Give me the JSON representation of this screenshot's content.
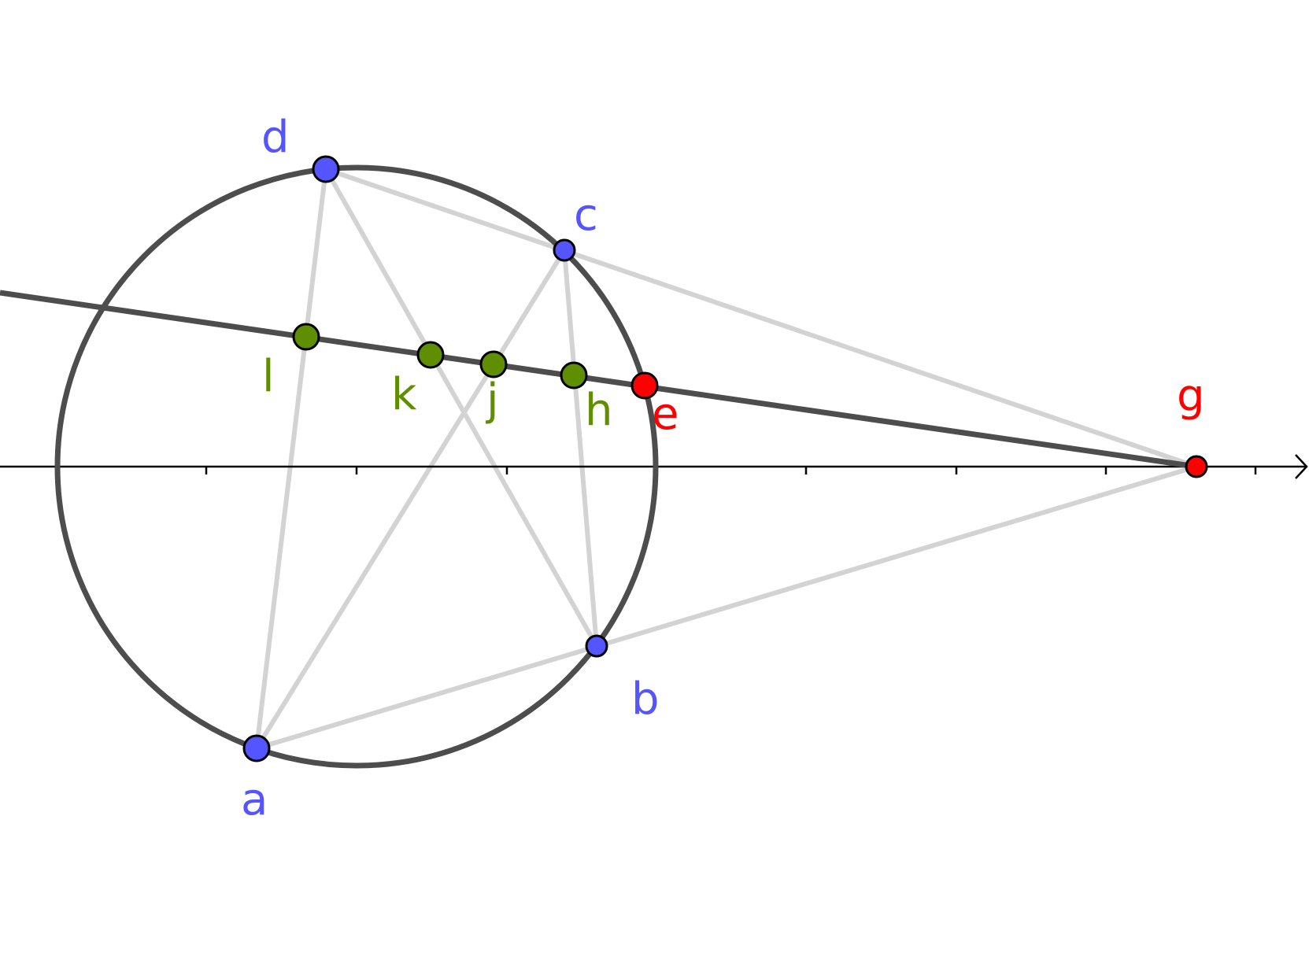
{
  "points": {
    "a": {
      "label": "a",
      "color": "#5555ff"
    },
    "b": {
      "label": "b",
      "color": "#5555ff"
    },
    "c": {
      "label": "c",
      "color": "#5555ff"
    },
    "d": {
      "label": "d",
      "color": "#5555ff"
    },
    "e": {
      "label": "e",
      "color": "#ff0000"
    },
    "g": {
      "label": "g",
      "color": "#ff0000"
    },
    "h": {
      "label": "h",
      "color": "#5f8f00"
    },
    "j": {
      "label": "j",
      "color": "#5f8f00"
    },
    "k": {
      "label": "k",
      "color": "#5f8f00"
    },
    "l": {
      "label": "l",
      "color": "#5f8f00"
    }
  },
  "colors": {
    "circle": "#4d4d4d",
    "chords": "#d3d3d3",
    "polar_line": "#4d4d4d",
    "axis": "#000000"
  }
}
